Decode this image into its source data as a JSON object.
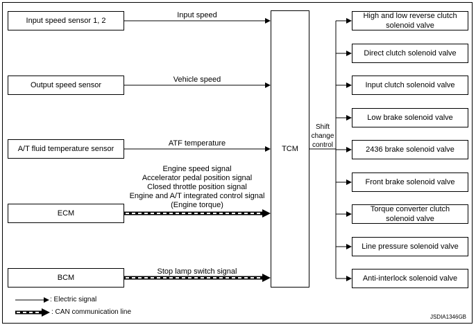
{
  "inputs": [
    {
      "box": "Input speed sensor 1, 2",
      "signal": "Input speed"
    },
    {
      "box": "Output speed sensor",
      "signal": "Vehicle speed"
    },
    {
      "box": "A/T fluid temperature sensor",
      "signal": "ATF temperature"
    }
  ],
  "can_inputs": [
    {
      "box": "ECM",
      "signal": "Engine speed signal\nAccelerator pedal position signal\nClosed throttle position signal\nEngine and A/T integrated control signal\n(Engine torque)"
    },
    {
      "box": "BCM",
      "signal": "Stop lamp switch signal"
    }
  ],
  "tcm_label": "TCM",
  "output_label": "Shift\nchange\ncontrol",
  "outputs": [
    "High and low reverse clutch\nsolenoid valve",
    "Direct clutch solenoid valve",
    "Input clutch solenoid valve",
    "Low brake solenoid valve",
    "2436 brake solenoid valve",
    "Front brake solenoid valve",
    "Torque converter clutch\nsolenoid valve",
    "Line pressure solenoid valve",
    "Anti-interlock solenoid valve"
  ],
  "legend": {
    "electric": ": Electric signal",
    "can": ": CAN communication line"
  },
  "code": "JSDIA1346GB"
}
